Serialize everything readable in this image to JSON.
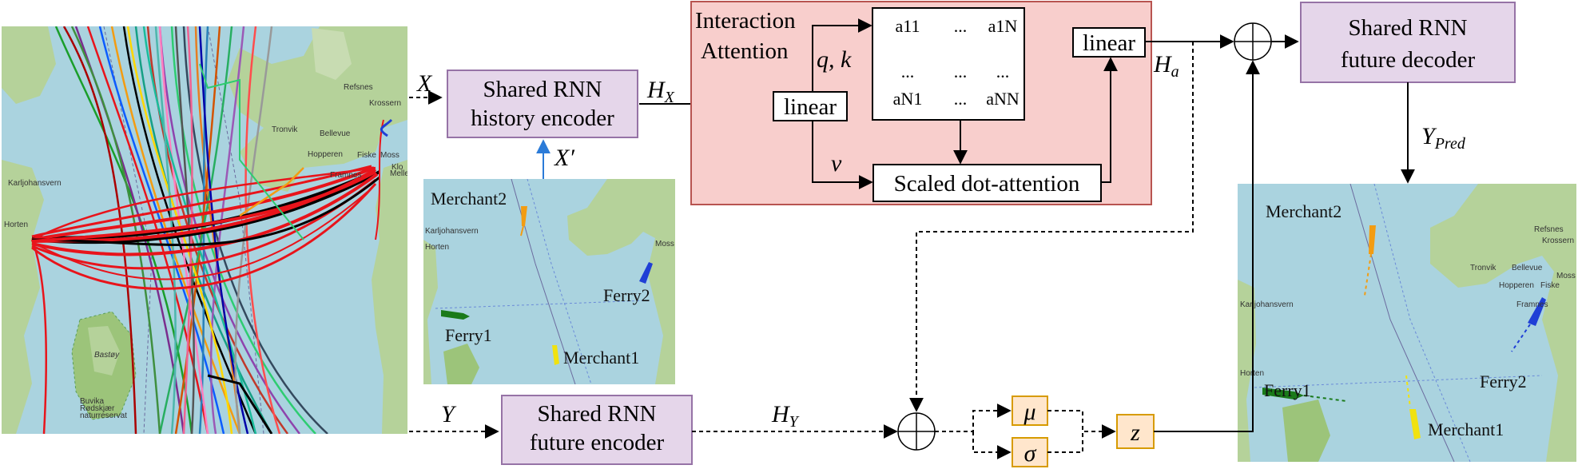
{
  "encoder_history": {
    "line1": "Shared RNN",
    "line2": "history encoder"
  },
  "encoder_future": {
    "line1": "Shared RNN",
    "line2": "future encoder"
  },
  "decoder_future": {
    "line1": "Shared RNN",
    "line2": "future decoder"
  },
  "interaction": {
    "title1": "Interaction",
    "title2": "Attention",
    "qk": "q, k",
    "v": "v",
    "linear_in": "linear",
    "linear_out": "linear",
    "scaled": "Scaled dot-attention",
    "matrix": [
      [
        "a11",
        "...",
        "a1N"
      ],
      [
        "...",
        "...",
        "..."
      ],
      [
        "aN1",
        "...",
        "aNN"
      ]
    ]
  },
  "symbols": {
    "X": "X",
    "Xp": "X′",
    "Y": "Y",
    "HX": "H",
    "HX_sub": "X",
    "HY": "H",
    "HY_sub": "Y",
    "Ha": "H",
    "Ha_sub": "a",
    "Ypred": "Y",
    "Ypred_sub": "Pred",
    "mu": "μ",
    "sigma": "σ",
    "z": "z"
  },
  "map_small": {
    "merchant2": "Merchant2",
    "ferry2": "Ferry2",
    "ferry1": "Ferry1",
    "merchant1": "Merchant1"
  },
  "map_right": {
    "merchant2": "Merchant2",
    "ferry2": "Ferry2",
    "ferry1": "Ferry1",
    "merchant1": "Merchant1"
  },
  "map_labels": {
    "horten": "Horten",
    "moss": "Moss",
    "karljohansvern": "Karljohansvern",
    "tronvik": "Tronvik",
    "bellevue": "Bellevue",
    "hopperen": "Hopperen",
    "fiske": "Fiske",
    "framnes": "Framnes",
    "refsnes": "Refsnes",
    "krossern": "Krossern",
    "bastoy": "Bastøy",
    "kloe": "Klo",
    "melle": "Melle",
    "reserve1": "Buvika",
    "reserve2": "Rødskjær",
    "reserve3": "naturreservat"
  },
  "colors": {
    "node_fill": "#e5d6ea",
    "node_stroke": "#9673a6",
    "attention_fill": "#f8cecc",
    "attention_stroke": "#b85450",
    "orange_fill": "#ffe6cc",
    "orange_stroke": "#d79b00",
    "sea": "#aad3df",
    "land": "#b5d29a",
    "ferry_green": "#1a7a1a",
    "ferry_blue": "#1f3fd6",
    "merchant_orange": "#f39c12",
    "merchant_yellow": "#f1e20f",
    "trajectory_red": "#e8141b",
    "trajectory_black": "#000000",
    "arrow_blue": "#2b7bd8"
  }
}
